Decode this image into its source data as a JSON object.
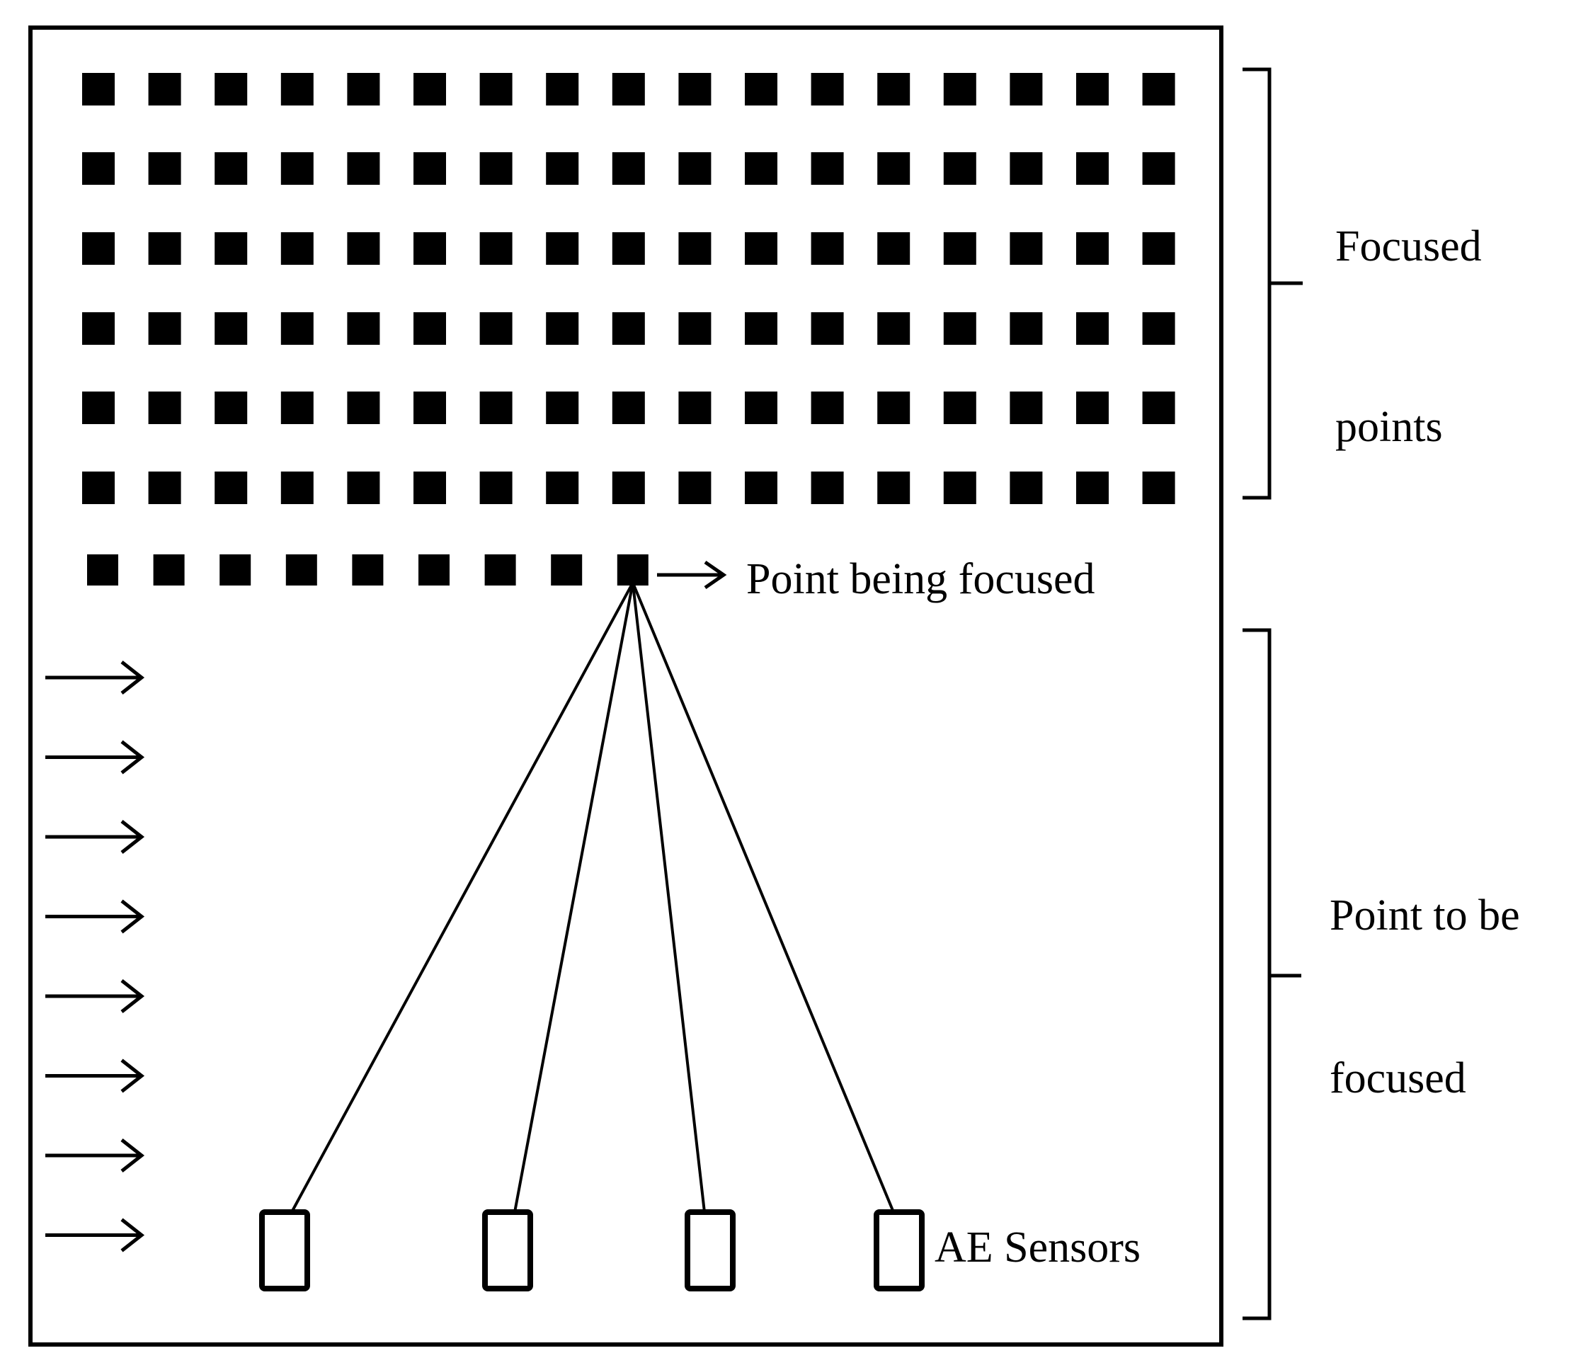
{
  "labels": {
    "focused_line1": "Focused",
    "focused_line2": "points",
    "point_being_focused": "Point being focused",
    "to_be_line1": "Point to be",
    "to_be_line2": "focused",
    "ae_sensors": "AE Sensors"
  },
  "grid": {
    "focused_rows": 6,
    "points_per_row": 17,
    "current_row_points": 9,
    "sensor_count": 4,
    "input_arrow_count": 8
  },
  "colors": {
    "ink": "#000000",
    "background": "#ffffff"
  }
}
